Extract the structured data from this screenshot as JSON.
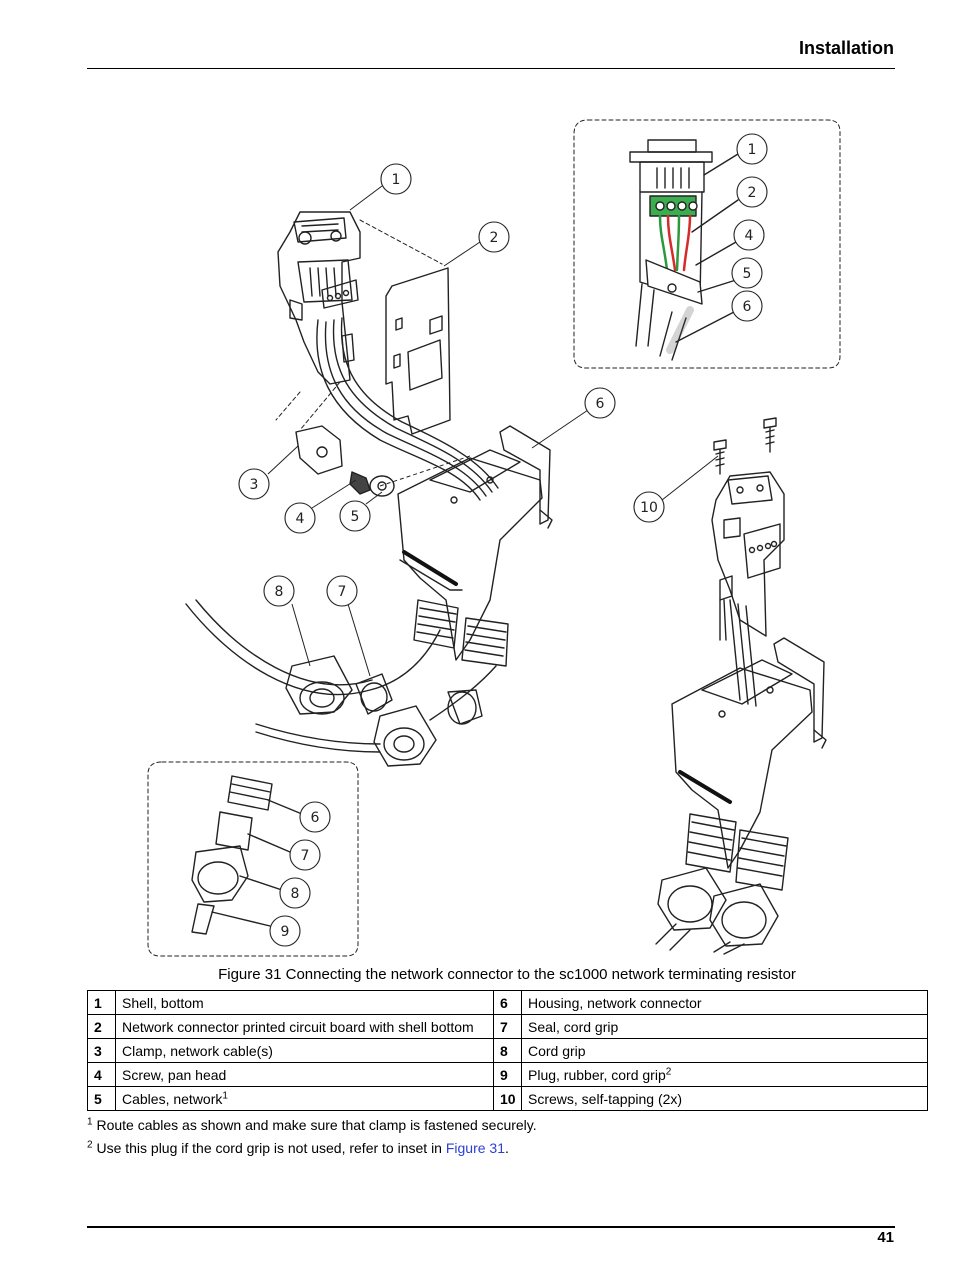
{
  "header": {
    "title": "Installation"
  },
  "figure": {
    "callouts": [
      "1",
      "2",
      "3",
      "4",
      "5",
      "6",
      "7",
      "8",
      "9",
      "10"
    ],
    "caption": "Figure 31 Connecting the network connector to the sc1000 network terminating resistor"
  },
  "legend": {
    "rows": [
      {
        "ln": "1",
        "lt": "Shell, bottom",
        "ls": "",
        "rn": "6",
        "rt": "Housing, network connector",
        "rs": ""
      },
      {
        "ln": "2",
        "lt": "Network connector printed circuit board with shell bottom",
        "ls": "",
        "rn": "7",
        "rt": "Seal, cord grip",
        "rs": ""
      },
      {
        "ln": "3",
        "lt": "Clamp, network cable(s)",
        "ls": "",
        "rn": "8",
        "rt": "Cord grip",
        "rs": ""
      },
      {
        "ln": "4",
        "lt": "Screw, pan head",
        "ls": "",
        "rn": "9",
        "rt": "Plug, rubber, cord grip",
        "rs": "2"
      },
      {
        "ln": "5",
        "lt": "Cables, network",
        "ls": "1",
        "rn": "10",
        "rt": "Screws, self-tapping (2x)",
        "rs": ""
      }
    ]
  },
  "footnotes": [
    {
      "mark": "1",
      "text": "Route cables as shown and make sure that clamp is fastened securely.",
      "link": "",
      "after": ""
    },
    {
      "mark": "2",
      "text": "Use this plug if the cord grip is not used, refer to inset in ",
      "link": "Figure 31",
      "after": "."
    }
  ],
  "footer": {
    "page_number": "41"
  }
}
